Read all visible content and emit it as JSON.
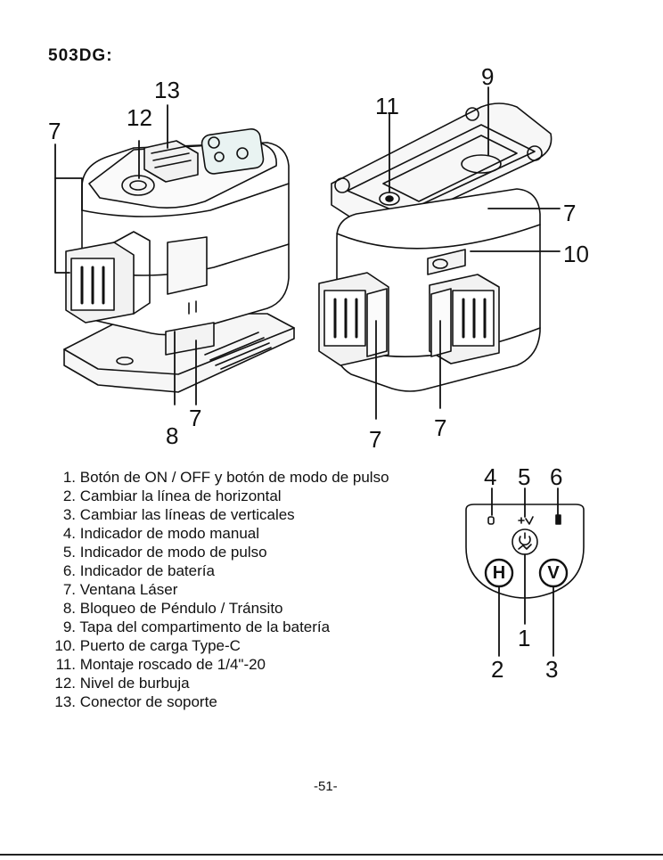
{
  "title": "503DG:",
  "callouts_left": [
    "7",
    "12",
    "13",
    "8",
    "7"
  ],
  "callouts_right": [
    "11",
    "9",
    "7",
    "10",
    "7",
    "7"
  ],
  "legend": [
    {
      "num": "1.",
      "text": "Botón de ON / OFF y botón de modo de pulso"
    },
    {
      "num": "2.",
      "text": "Cambiar la línea de horizontal"
    },
    {
      "num": "3.",
      "text": "Cambiar las líneas de verticales"
    },
    {
      "num": "4.",
      "text": "Indicador de modo manual"
    },
    {
      "num": "5.",
      "text": "Indicador de modo de pulso"
    },
    {
      "num": "6.",
      "text": "Indicador de batería"
    },
    {
      "num": "7.",
      "text": "Ventana Láser"
    },
    {
      "num": "8.",
      "text": "Bloqueo de Péndulo / Tránsito"
    },
    {
      "num": "9.",
      "text": "Tapa del compartimento de la batería"
    },
    {
      "num": "10.",
      "text": "Puerto de carga Type-C"
    },
    {
      "num": "11.",
      "text": "Montaje roscado de 1/4\"-20"
    },
    {
      "num": "12.",
      "text": "Nivel de burbuja"
    },
    {
      "num": "13.",
      "text": "Conector de soporte"
    }
  ],
  "panel": {
    "top_numbers": [
      "4",
      "5",
      "6"
    ],
    "bottom_numbers": [
      "2",
      "1",
      "3"
    ],
    "button_h": "H",
    "button_v": "V"
  },
  "page_number": "-51-"
}
